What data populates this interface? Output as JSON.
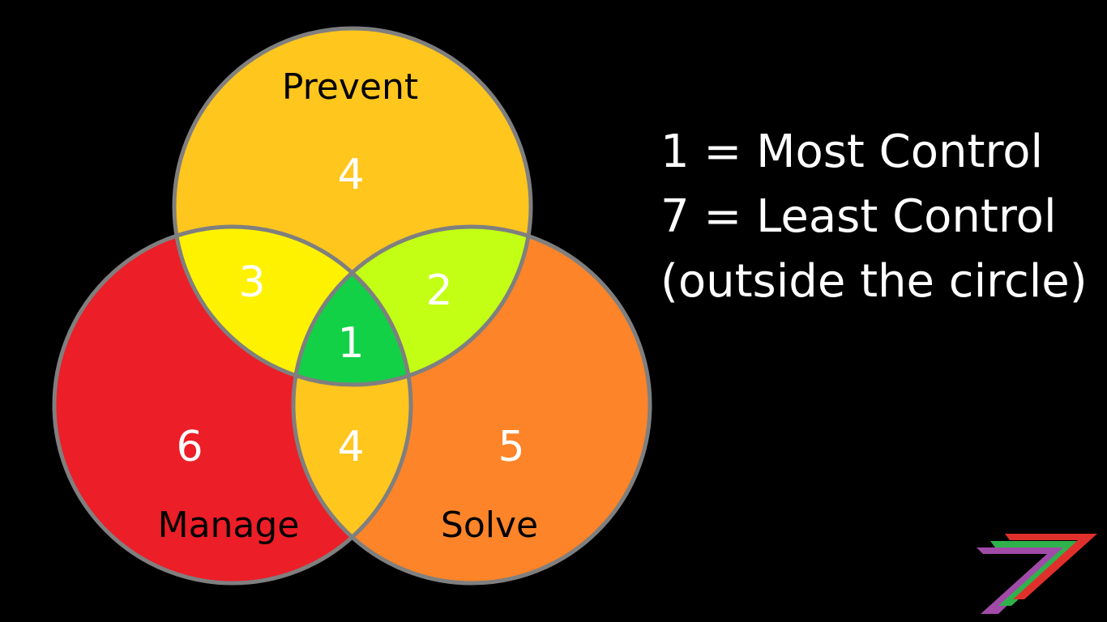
{
  "diagram": {
    "sets": [
      {
        "id": "prevent",
        "label": "Prevent",
        "color": "#FFC61E"
      },
      {
        "id": "manage",
        "label": "Manage",
        "color": "#EC1E27"
      },
      {
        "id": "solve",
        "label": "Solve",
        "color": "#FD8428"
      }
    ],
    "regions": {
      "prevent_only": "4",
      "manage_only": "6",
      "solve_only": "5",
      "prevent_manage": "3",
      "prevent_solve": "2",
      "manage_solve": "4",
      "all_three": "1"
    },
    "region_colors": {
      "prevent_manage": "#FFF200",
      "prevent_solve": "#C3FF14",
      "manage_solve": "#FFC61E",
      "all_three": "#12D146"
    },
    "outline_color": "#7F7F7F",
    "text_color_numbers": "#FFFFFF",
    "text_color_labels": "#000000"
  },
  "legend": {
    "line1": "1 = Most Control",
    "line2": "7 = Least Control",
    "line3": "(outside the circle)"
  },
  "logo": {
    "icon": "seven-logo-icon",
    "colors": [
      "#A04BA8",
      "#2FB24C",
      "#E0302C"
    ]
  }
}
